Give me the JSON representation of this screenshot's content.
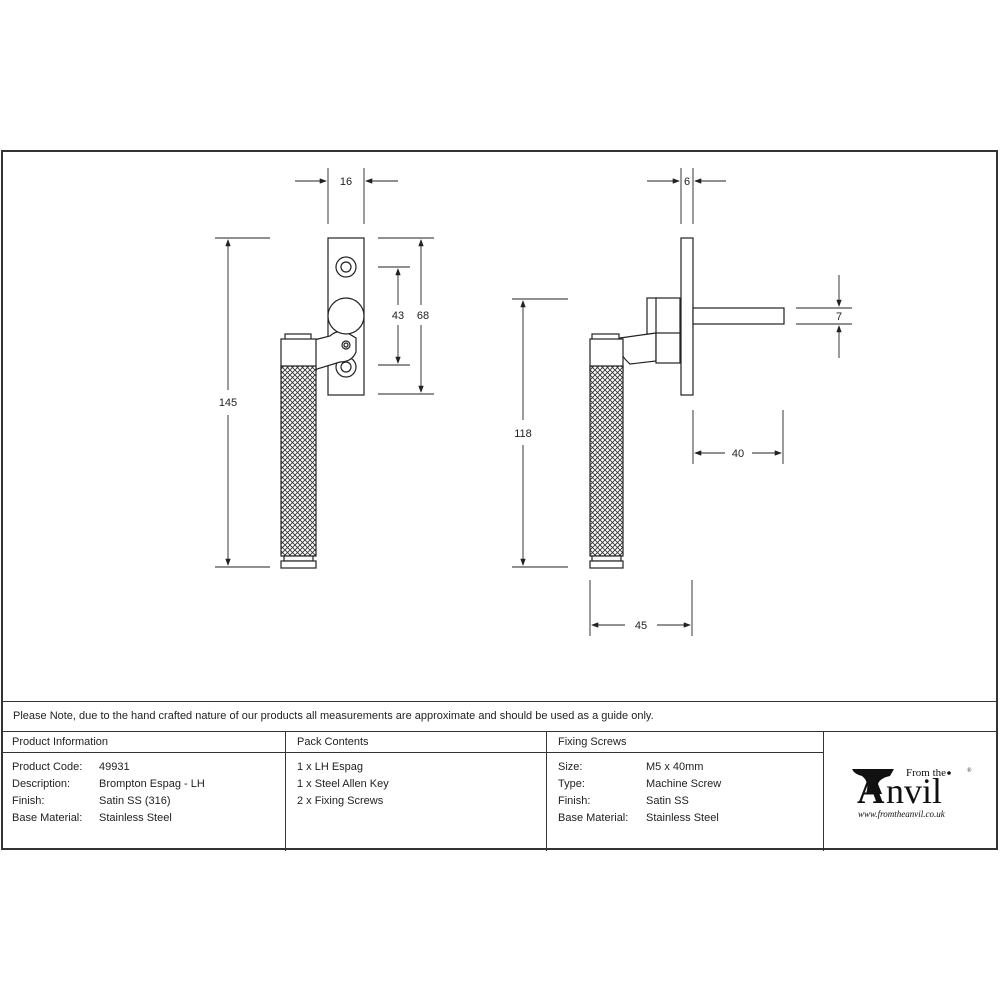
{
  "note": "Please Note, due to the hand crafted nature of our products all measurements are approximate and should be used as a guide only.",
  "front_view": {
    "dimensions": {
      "plate_width": "16",
      "overall_height": "145",
      "fixing_centres": "43",
      "plate_height": "68"
    }
  },
  "side_view": {
    "dimensions": {
      "plate_thickness": "6",
      "spindle_size": "7",
      "handle_height": "118",
      "spindle_length": "40",
      "projection": "45"
    }
  },
  "product_information": {
    "header": "Product Information",
    "rows": [
      {
        "label": "Product Code:",
        "value": "49931"
      },
      {
        "label": "Description:",
        "value": "Brompton Espag - LH"
      },
      {
        "label": "Finish:",
        "value": "Satin SS (316)"
      },
      {
        "label": "Base Material:",
        "value": "Stainless Steel"
      }
    ]
  },
  "pack_contents": {
    "header": "Pack Contents",
    "items": [
      "1 x LH Espag",
      "1 x Steel Allen Key",
      "2 x Fixing Screws"
    ]
  },
  "fixing_screws": {
    "header": "Fixing Screws",
    "rows": [
      {
        "label": "Size:",
        "value": "M5 x 40mm"
      },
      {
        "label": "Type:",
        "value": "Machine Screw"
      },
      {
        "label": "Finish:",
        "value": "Satin SS"
      },
      {
        "label": "Base Material:",
        "value": "Stainless Steel"
      }
    ]
  },
  "logo": {
    "small_text": "From the",
    "big_text": "Anvil",
    "registered": "®",
    "url": "www.fromtheanvil.co.uk"
  }
}
